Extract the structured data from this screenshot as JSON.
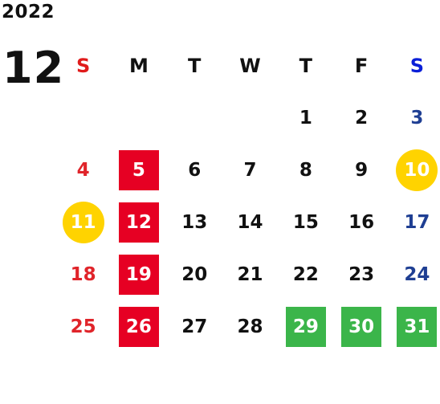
{
  "calendar": {
    "year": "2022",
    "month": "12",
    "weekdays": [
      "S",
      "M",
      "T",
      "W",
      "T",
      "F",
      "S"
    ],
    "weeks": [
      [
        "",
        "",
        "",
        "",
        "1",
        "2",
        "3"
      ],
      [
        "4",
        "5",
        "6",
        "7",
        "8",
        "9",
        "10"
      ],
      [
        "11",
        "12",
        "13",
        "14",
        "15",
        "16",
        "17"
      ],
      [
        "18",
        "19",
        "20",
        "21",
        "22",
        "23",
        "24"
      ],
      [
        "25",
        "26",
        "27",
        "28",
        "29",
        "30",
        "31"
      ]
    ],
    "highlights": {
      "red_square": [
        "5",
        "12",
        "19",
        "26"
      ],
      "green_square": [
        "29",
        "30",
        "31"
      ],
      "yellow_circle": [
        "10",
        "11"
      ]
    },
    "colors": {
      "sunday": "#e0242a",
      "saturday": "#1f3f93",
      "red_square": "#e60023",
      "green_square": "#3bb54a",
      "yellow_circle": "#ffd300"
    }
  }
}
